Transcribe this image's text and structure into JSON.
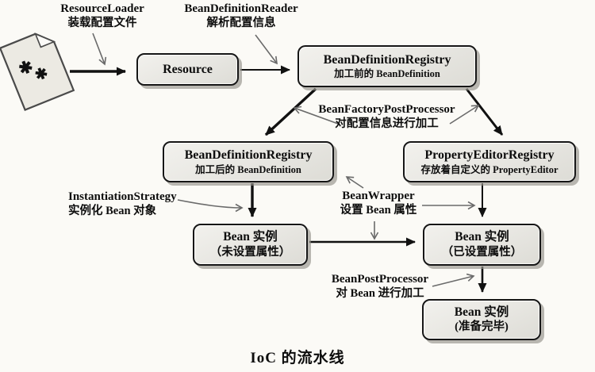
{
  "caption": "IoC 的流水线",
  "colors": {
    "background": "#fbfaf6",
    "node_fill": "#e9e8e3",
    "node_border": "#161616",
    "flow_arrow": "#111111",
    "annotation_arrow": "#6a6a6a"
  },
  "icons": {
    "config_file_mark": "✱"
  },
  "nodes": {
    "resource": {
      "title": "Resource"
    },
    "registry_before": {
      "title": "BeanDefinitionRegistry",
      "subtitle": "加工前的 BeanDefinition"
    },
    "registry_after": {
      "title": "BeanDefinitionRegistry",
      "subtitle": "加工后的 BeanDefinition"
    },
    "property_editor_registry": {
      "title": "PropertyEditorRegistry",
      "subtitle": "存放着自定义的 PropertyEditor"
    },
    "bean_unset": {
      "title": "Bean 实例",
      "subtitle": "（未设置属性）"
    },
    "bean_set": {
      "title": "Bean 实例",
      "subtitle": "（已设置属性）"
    },
    "bean_ready": {
      "title": "Bean 实例",
      "subtitle": "(准备完毕)"
    }
  },
  "annotations": {
    "resource_loader": {
      "line1": "ResourceLoader",
      "line2": "装载配置文件"
    },
    "bean_definition_reader": {
      "line1": "BeanDefinitionReader",
      "line2": "解析配置信息"
    },
    "bean_factory_post_processor": {
      "line1": "BeanFactoryPostProcessor",
      "line2": "对配置信息进行加工"
    },
    "instantiation_strategy": {
      "line1": "InstantiationStrategy",
      "line2": "实例化 Bean 对象"
    },
    "bean_wrapper": {
      "line1": "BeanWrapper",
      "line2": "设置 Bean 属性"
    },
    "bean_post_processor": {
      "line1": "BeanPostProcessor",
      "line2": "对 Bean 进行加工"
    }
  }
}
